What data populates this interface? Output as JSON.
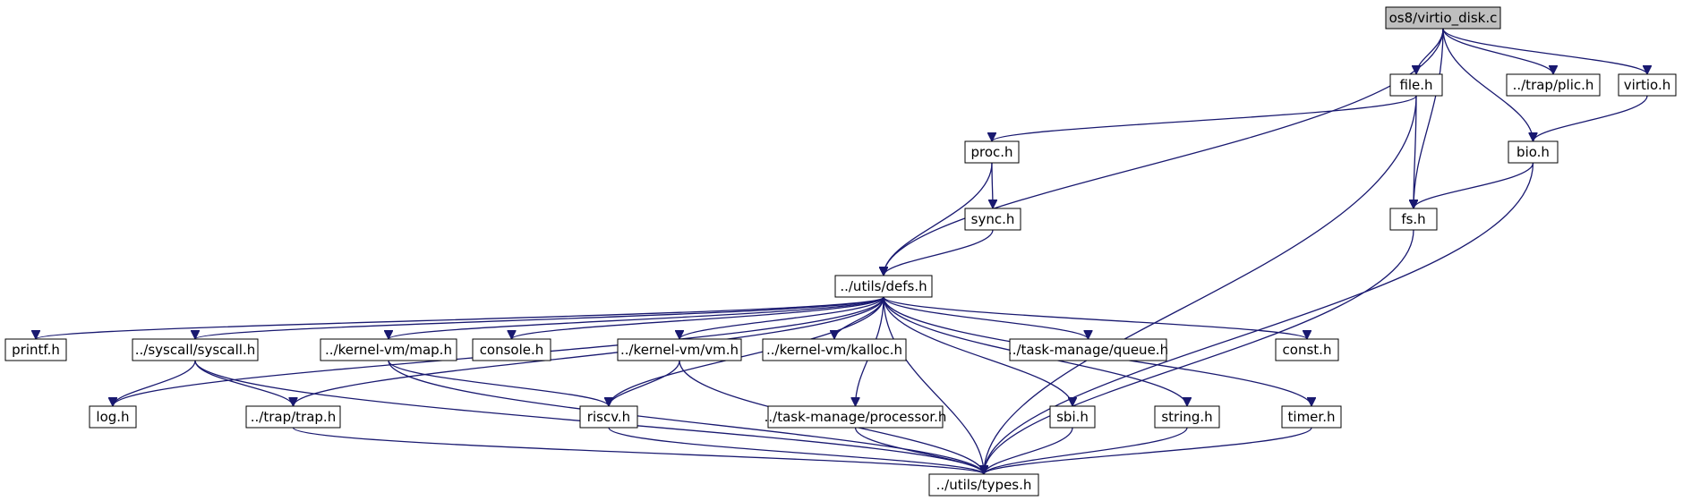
{
  "root": "os8/virtio_disk.c",
  "colors": {
    "edge": "#191970",
    "root_fill": "#bfbfbf",
    "node_fill": "#ffffff",
    "node_border": "#000000"
  },
  "nodes": [
    {
      "id": "root",
      "label": "os8/virtio_disk.c"
    },
    {
      "id": "file",
      "label": "file.h"
    },
    {
      "id": "plic",
      "label": "../trap/plic.h"
    },
    {
      "id": "virtio",
      "label": "virtio.h"
    },
    {
      "id": "proc",
      "label": "proc.h"
    },
    {
      "id": "bio",
      "label": "bio.h"
    },
    {
      "id": "sync",
      "label": "sync.h"
    },
    {
      "id": "fs",
      "label": "fs.h"
    },
    {
      "id": "defs",
      "label": "../utils/defs.h"
    },
    {
      "id": "printf",
      "label": "printf.h"
    },
    {
      "id": "syscall",
      "label": "../syscall/syscall.h"
    },
    {
      "id": "map",
      "label": "../kernel-vm/map.h"
    },
    {
      "id": "console",
      "label": "console.h"
    },
    {
      "id": "vm",
      "label": "../kernel-vm/vm.h"
    },
    {
      "id": "kalloc",
      "label": "../kernel-vm/kalloc.h"
    },
    {
      "id": "queue",
      "label": "../task-manage/queue.h"
    },
    {
      "id": "const",
      "label": "const.h"
    },
    {
      "id": "log",
      "label": "log.h"
    },
    {
      "id": "trap",
      "label": "../trap/trap.h"
    },
    {
      "id": "riscv",
      "label": "riscv.h"
    },
    {
      "id": "processor",
      "label": "../task-manage/processor.h"
    },
    {
      "id": "sbi",
      "label": "sbi.h"
    },
    {
      "id": "string",
      "label": "string.h"
    },
    {
      "id": "timer",
      "label": "timer.h"
    },
    {
      "id": "types",
      "label": "../utils/types.h"
    }
  ],
  "edges": [
    [
      "root",
      "defs"
    ],
    [
      "root",
      "file"
    ],
    [
      "root",
      "fs"
    ],
    [
      "root",
      "plic"
    ],
    [
      "root",
      "bio"
    ],
    [
      "root",
      "virtio"
    ],
    [
      "file",
      "proc"
    ],
    [
      "file",
      "fs"
    ],
    [
      "file",
      "types"
    ],
    [
      "virtio",
      "bio"
    ],
    [
      "proc",
      "sync"
    ],
    [
      "proc",
      "defs"
    ],
    [
      "bio",
      "fs"
    ],
    [
      "bio",
      "types"
    ],
    [
      "sync",
      "defs"
    ],
    [
      "fs",
      "types"
    ],
    [
      "defs",
      "printf"
    ],
    [
      "defs",
      "syscall"
    ],
    [
      "defs",
      "map"
    ],
    [
      "defs",
      "console"
    ],
    [
      "defs",
      "vm"
    ],
    [
      "defs",
      "kalloc"
    ],
    [
      "defs",
      "queue"
    ],
    [
      "defs",
      "const"
    ],
    [
      "defs",
      "log"
    ],
    [
      "defs",
      "trap"
    ],
    [
      "defs",
      "riscv"
    ],
    [
      "defs",
      "processor"
    ],
    [
      "defs",
      "types"
    ],
    [
      "defs",
      "sbi"
    ],
    [
      "defs",
      "string"
    ],
    [
      "defs",
      "timer"
    ],
    [
      "syscall",
      "log"
    ],
    [
      "syscall",
      "trap"
    ],
    [
      "syscall",
      "types"
    ],
    [
      "map",
      "riscv"
    ],
    [
      "map",
      "types"
    ],
    [
      "vm",
      "riscv"
    ],
    [
      "vm",
      "types"
    ],
    [
      "trap",
      "types"
    ],
    [
      "riscv",
      "types"
    ],
    [
      "processor",
      "types"
    ],
    [
      "sbi",
      "types"
    ],
    [
      "string",
      "types"
    ],
    [
      "timer",
      "types"
    ]
  ]
}
